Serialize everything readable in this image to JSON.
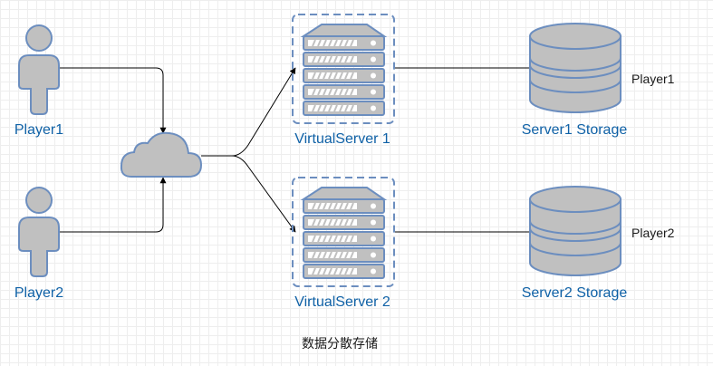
{
  "diagram": {
    "players": [
      {
        "label": "Player1"
      },
      {
        "label": "Player2"
      }
    ],
    "virtual_servers": [
      {
        "label": "VirtualServer 1"
      },
      {
        "label": "VirtualServer 2"
      }
    ],
    "storages": [
      {
        "label": "Server1 Storage",
        "player_tag": "Player1"
      },
      {
        "label": "Server2 Storage",
        "player_tag": "Player2"
      }
    ],
    "caption": "数据分散存储"
  },
  "colors": {
    "shape_fill": "#c0c0c0",
    "shape_stroke": "#6c8ebf",
    "label_blue": "#0f61a6",
    "edge": "#000000",
    "grid": "#eeeeee"
  },
  "icons": [
    "person-icon",
    "cloud-icon",
    "server-rack-icon",
    "database-icon"
  ]
}
